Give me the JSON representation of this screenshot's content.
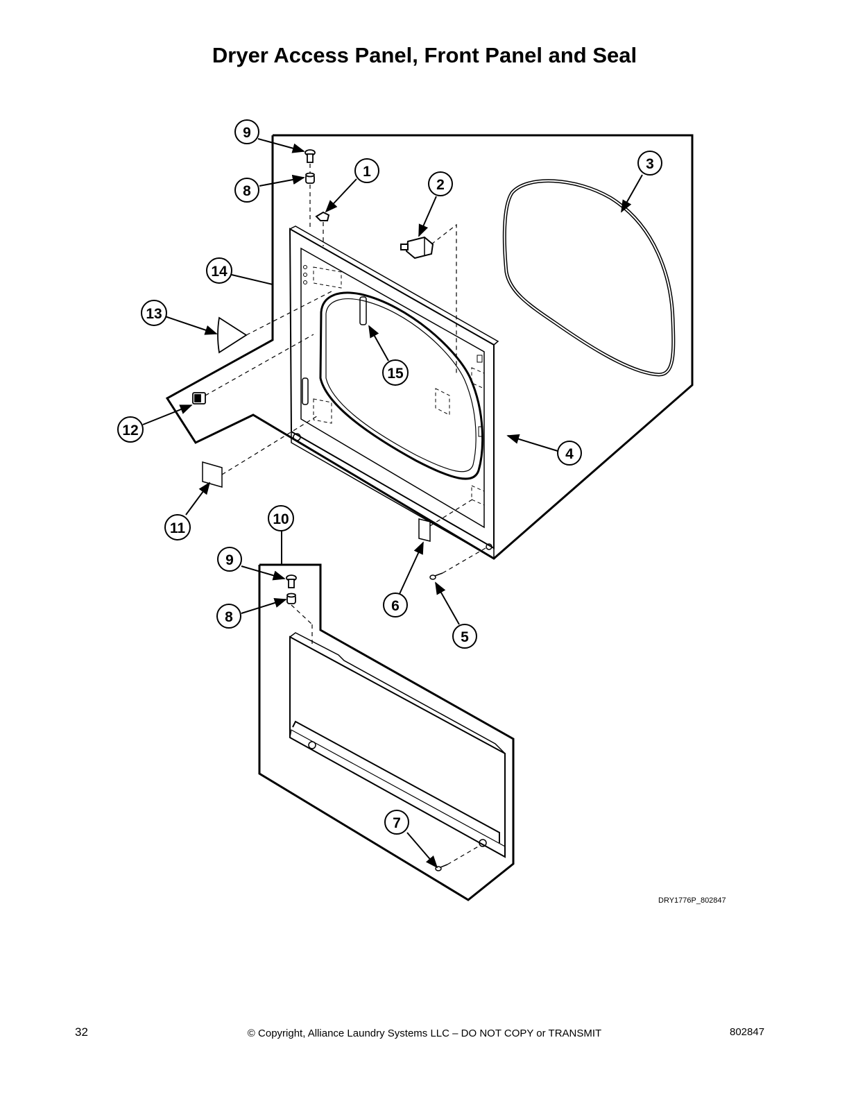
{
  "page": {
    "title": "Dryer Access Panel, Front Panel and Seal",
    "drawing_code": "DRY1776P_802847",
    "page_number": "32",
    "copyright": "© Copyright, Alliance Laundry Systems LLC – DO NOT COPY or TRANSMIT",
    "document_number": "802847"
  },
  "callouts": [
    {
      "id": "c9a",
      "label": "9"
    },
    {
      "id": "c8a",
      "label": "8"
    },
    {
      "id": "c1",
      "label": "1"
    },
    {
      "id": "c2",
      "label": "2"
    },
    {
      "id": "c3",
      "label": "3"
    },
    {
      "id": "c14",
      "label": "14"
    },
    {
      "id": "c13",
      "label": "13"
    },
    {
      "id": "c15",
      "label": "15"
    },
    {
      "id": "c12",
      "label": "12"
    },
    {
      "id": "c4",
      "label": "4"
    },
    {
      "id": "c11",
      "label": "11"
    },
    {
      "id": "c10",
      "label": "10"
    },
    {
      "id": "c9b",
      "label": "9"
    },
    {
      "id": "c8b",
      "label": "8"
    },
    {
      "id": "c6",
      "label": "6"
    },
    {
      "id": "c5",
      "label": "5"
    },
    {
      "id": "c7",
      "label": "7"
    }
  ]
}
